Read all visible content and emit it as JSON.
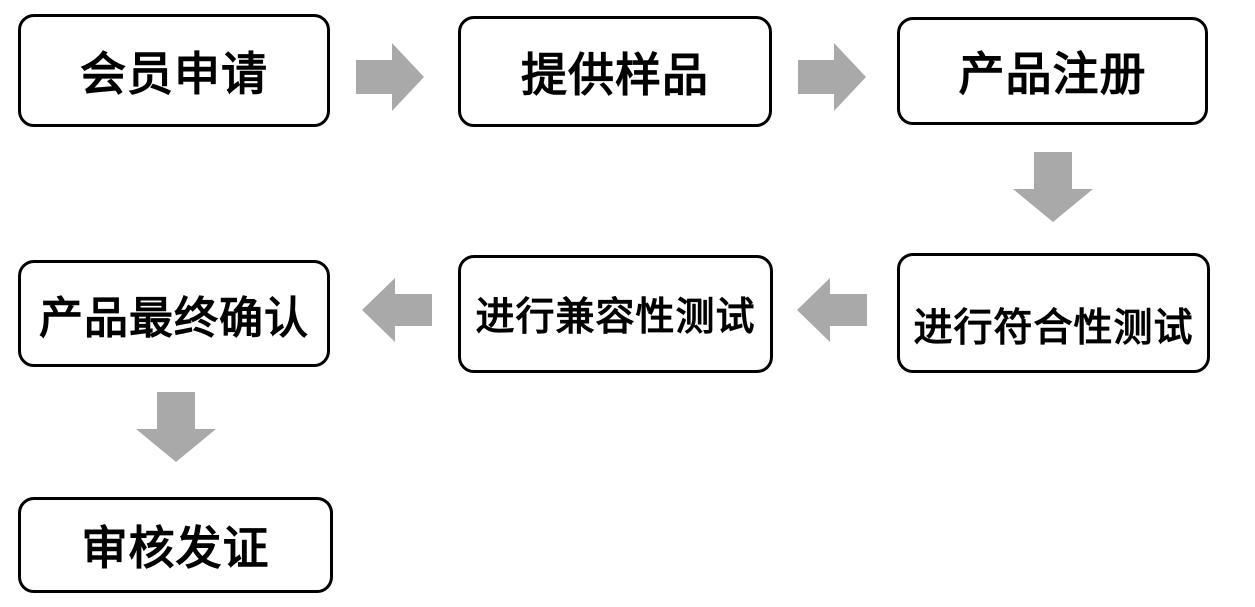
{
  "nodes": [
    {
      "label": "会员申请"
    },
    {
      "label": "提供样品"
    },
    {
      "label": "产品注册"
    },
    {
      "label": "进行符合性测试"
    },
    {
      "label": "进行兼容性测试"
    },
    {
      "label": "产品最终确认"
    },
    {
      "label": "审核发证"
    }
  ],
  "arrows": [
    {
      "from": "会员申请",
      "to": "提供样品",
      "direction": "right"
    },
    {
      "from": "提供样品",
      "to": "产品注册",
      "direction": "right"
    },
    {
      "from": "产品注册",
      "to": "进行符合性测试",
      "direction": "down"
    },
    {
      "from": "进行符合性测试",
      "to": "进行兼容性测试",
      "direction": "left"
    },
    {
      "from": "进行兼容性测试",
      "to": "产品最终确认",
      "direction": "left"
    },
    {
      "from": "产品最终确认",
      "to": "审核发证",
      "direction": "down"
    }
  ],
  "colors": {
    "arrow_fill": "#a9a9a9",
    "box_border": "#000000",
    "box_fill": "#ffffff",
    "text": "#000000"
  }
}
